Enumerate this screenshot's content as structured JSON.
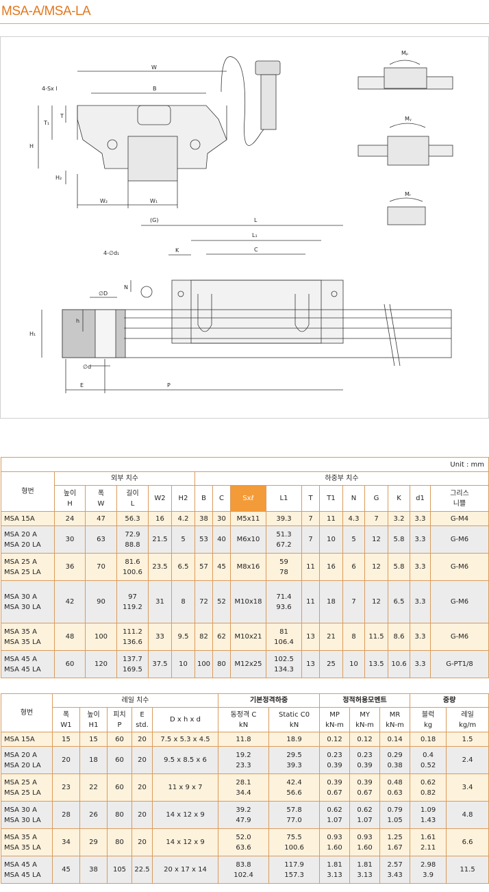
{
  "title": "MSA-A/MSA-LA",
  "drawing_labels": {
    "W": "W",
    "B": "B",
    "sx": "4-Sx l",
    "T1": "T₁",
    "T": "T",
    "H": "H",
    "H2": "H₂",
    "W2": "W₂",
    "W1": "W₁",
    "G": "(G)",
    "L": "L",
    "L1": "L₁",
    "C": "C",
    "d1": "4-∅d₁",
    "K": "K",
    "N": "N",
    "D": "∅D",
    "h": "h",
    "H1": "H₁",
    "d": "∅d",
    "E": "E",
    "P": "P",
    "MP": "Mₚ",
    "MY": "Mᵧ",
    "MR": "Mᵣ"
  },
  "table1": {
    "unit": "Unit : mm",
    "group_model": "형번",
    "group_outer": "외부 치수",
    "group_load": "하중부 치수",
    "headers": {
      "height": [
        "높이",
        "H"
      ],
      "width": [
        "폭",
        "W"
      ],
      "length": [
        "길이",
        "L"
      ],
      "W2": "W2",
      "H2": "H2",
      "B": "B",
      "C": "C",
      "Sxl": "Sxℓ",
      "L1": "L1",
      "T": "T",
      "T1": "T1",
      "N": "N",
      "G": "G",
      "K": "K",
      "d1": "d1",
      "grease": [
        "그리스",
        "니쁠"
      ]
    },
    "rows": [
      {
        "model": [
          "MSA 15A"
        ],
        "H": "24",
        "W": "47",
        "L": [
          "56.3"
        ],
        "W2": "16",
        "H2": "4.2",
        "B": "38",
        "C": "30",
        "Sxl": "M5x11",
        "L1": [
          "39.3"
        ],
        "T": "7",
        "T1": "11",
        "N": "4.3",
        "G": "7",
        "K": "3.2",
        "d1": "3.3",
        "grease": "G-M4"
      },
      {
        "model": [
          "MSA 20 A",
          "MSA 20 LA"
        ],
        "H": "30",
        "W": "63",
        "L": [
          "72.9",
          "88.8"
        ],
        "W2": "21.5",
        "H2": "5",
        "B": "53",
        "C": "40",
        "Sxl": "M6x10",
        "L1": [
          "51.3",
          "67.2"
        ],
        "T": "7",
        "T1": "10",
        "N": "5",
        "G": "12",
        "K": "5.8",
        "d1": "3.3",
        "grease": "G-M6"
      },
      {
        "model": [
          "MSA 25 A",
          "MSA 25 LA"
        ],
        "H": "36",
        "W": "70",
        "L": [
          "81.6",
          "100.6"
        ],
        "W2": "23.5",
        "H2": "6.5",
        "B": "57",
        "C": "45",
        "Sxl": "M8x16",
        "L1": [
          "59",
          "78"
        ],
        "T": "11",
        "T1": "16",
        "N": "6",
        "G": "12",
        "K": "5.8",
        "d1": "3.3",
        "grease": "G-M6"
      },
      {
        "model": [
          "MSA 30 A",
          "MSA 30 LA"
        ],
        "H": "42",
        "W": "90",
        "L": [
          "97",
          "119.2"
        ],
        "W2": "31",
        "H2": "8",
        "B": "72",
        "C": "52",
        "Sxl": "M10x18",
        "L1": [
          "71.4",
          "93.6"
        ],
        "T": "11",
        "T1": "18",
        "N": "7",
        "G": "12",
        "K": "6.5",
        "d1": "3.3",
        "grease": "G-M6"
      },
      {
        "model": [
          "MSA 35 A",
          "MSA 35 LA"
        ],
        "H": "48",
        "W": "100",
        "L": [
          "111.2",
          "136.6"
        ],
        "W2": "33",
        "H2": "9.5",
        "B": "82",
        "C": "62",
        "Sxl": "M10x21",
        "L1": [
          "81",
          "106.4"
        ],
        "T": "13",
        "T1": "21",
        "N": "8",
        "G": "11.5",
        "K": "8.6",
        "d1": "3.3",
        "grease": "G-M6"
      },
      {
        "model": [
          "MSA 45 A",
          "MSA 45 LA"
        ],
        "H": "60",
        "W": "120",
        "L": [
          "137.7",
          "169.5"
        ],
        "W2": "37.5",
        "H2": "10",
        "B": "100",
        "C": "80",
        "Sxl": "M12x25",
        "L1": [
          "102.5",
          "134.3"
        ],
        "T": "13",
        "T1": "25",
        "N": "10",
        "G": "13.5",
        "K": "10.6",
        "d1": "3.3",
        "grease": "G-PT1/8"
      }
    ]
  },
  "table2": {
    "group_model": "형번",
    "group_rail": "레일 치수",
    "group_load": "기본정격하중",
    "group_moment": "정적허용모멘트",
    "group_weight": "중량",
    "headers": {
      "W1": [
        "폭",
        "W1"
      ],
      "H1": [
        "높이",
        "H1"
      ],
      "P": [
        "피치",
        "P"
      ],
      "E": [
        "E",
        "std."
      ],
      "dims": "D x h x d",
      "C": [
        "동정격 C",
        "kN"
      ],
      "C0": [
        "Static C0",
        "kN"
      ],
      "MP": [
        "MP",
        "kN-m"
      ],
      "MY": [
        "MY",
        "kN-m"
      ],
      "MR": [
        "MR",
        "kN-m"
      ],
      "block": [
        "블럭",
        "kg"
      ],
      "rail": [
        "레일",
        "kg/m"
      ]
    },
    "rows": [
      {
        "model": [
          "MSA 15A"
        ],
        "W1": "15",
        "H1": "15",
        "P": "60",
        "E": "20",
        "dims": "7.5 x 5.3 x 4.5",
        "C": [
          "11.8"
        ],
        "C0": [
          "18.9"
        ],
        "MP": [
          "0.12"
        ],
        "MY": [
          "0.12"
        ],
        "MR": [
          "0.14"
        ],
        "block": [
          "0.18"
        ],
        "rail": "1.5"
      },
      {
        "model": [
          "MSA 20 A",
          "MSA 20 LA"
        ],
        "W1": "20",
        "H1": "18",
        "P": "60",
        "E": "20",
        "dims": "9.5 x 8.5 x 6",
        "C": [
          "19.2",
          "23.3"
        ],
        "C0": [
          "29.5",
          "39.3"
        ],
        "MP": [
          "0.23",
          "0.39"
        ],
        "MY": [
          "0.23",
          "0.39"
        ],
        "MR": [
          "0.29",
          "0.38"
        ],
        "block": [
          "0.4",
          "0.52"
        ],
        "rail": "2.4"
      },
      {
        "model": [
          "MSA 25 A",
          "MSA 25 LA"
        ],
        "W1": "23",
        "H1": "22",
        "P": "60",
        "E": "20",
        "dims": "11 x 9 x 7",
        "C": [
          "28.1",
          "34.4"
        ],
        "C0": [
          "42.4",
          "56.6"
        ],
        "MP": [
          "0.39",
          "0.67"
        ],
        "MY": [
          "0.39",
          "0.67"
        ],
        "MR": [
          "0.48",
          "0.63"
        ],
        "block": [
          "0.62",
          "0.82"
        ],
        "rail": "3.4"
      },
      {
        "model": [
          "MSA 30 A",
          "MSA 30 LA"
        ],
        "W1": "28",
        "H1": "26",
        "P": "80",
        "E": "20",
        "dims": "14 x 12 x 9",
        "C": [
          "39.2",
          "47.9"
        ],
        "C0": [
          "57.8",
          "77.0"
        ],
        "MP": [
          "0.62",
          "1.07"
        ],
        "MY": [
          "0.62",
          "1.07"
        ],
        "MR": [
          "0.79",
          "1.05"
        ],
        "block": [
          "1.09",
          "1.43"
        ],
        "rail": "4.8"
      },
      {
        "model": [
          "MSA 35 A",
          "MSA 35 LA"
        ],
        "W1": "34",
        "H1": "29",
        "P": "80",
        "E": "20",
        "dims": "14 x 12 x 9",
        "C": [
          "52.0",
          "63.6"
        ],
        "C0": [
          "75.5",
          "100.6"
        ],
        "MP": [
          "0.93",
          "1.60"
        ],
        "MY": [
          "0.93",
          "1.60"
        ],
        "MR": [
          "1.25",
          "1.67"
        ],
        "block": [
          "1.61",
          "2.11"
        ],
        "rail": "6.6"
      },
      {
        "model": [
          "MSA 45 A",
          "MSA 45 LA"
        ],
        "W1": "45",
        "H1": "38",
        "P": "105",
        "E": "22.5",
        "dims": "20 x 17 x 14",
        "C": [
          "83.8",
          "102.4"
        ],
        "C0": [
          "117.9",
          "157.3"
        ],
        "MP": [
          "1.81",
          "3.13"
        ],
        "MY": [
          "1.81",
          "3.13"
        ],
        "MR": [
          "2.57",
          "3.43"
        ],
        "block": [
          "2.98",
          "3.9"
        ],
        "rail": "11.5"
      }
    ]
  }
}
